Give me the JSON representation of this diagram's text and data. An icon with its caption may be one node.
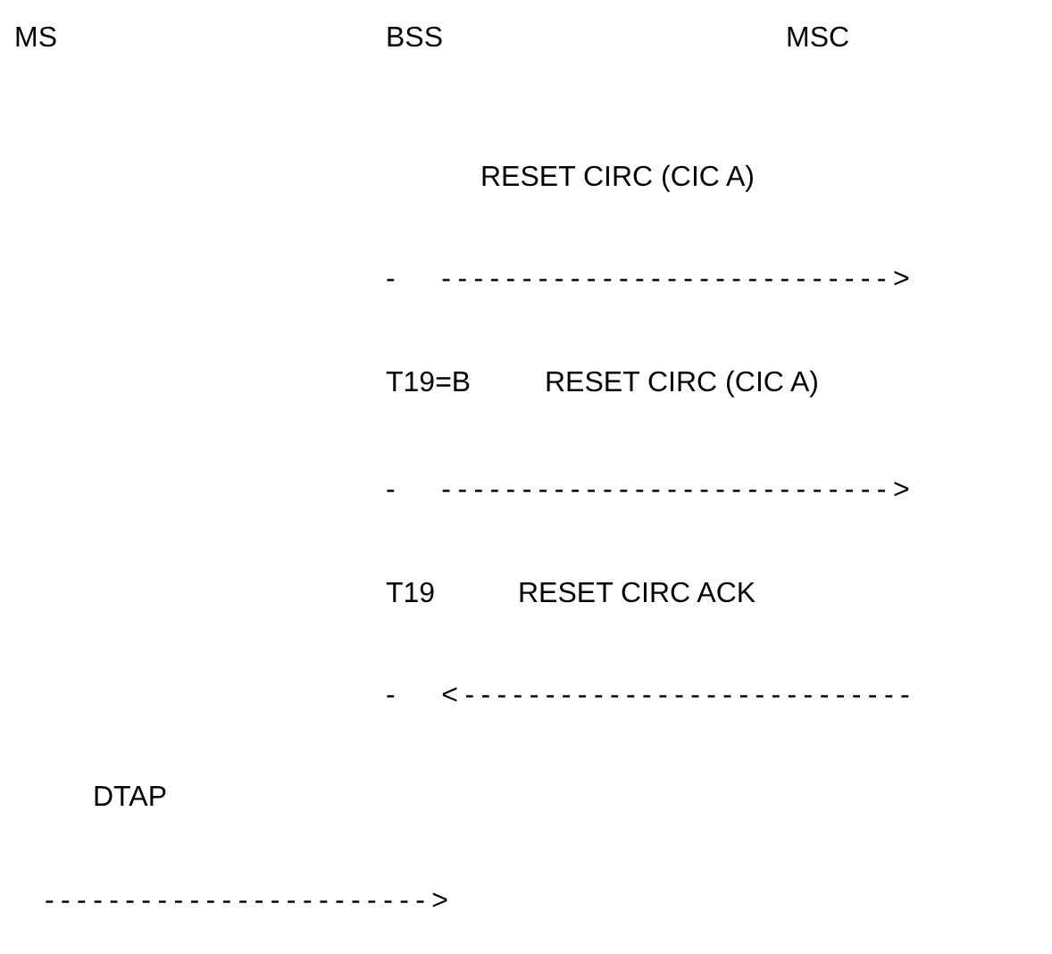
{
  "diagram": {
    "labels": [
      "MS",
      "BSS",
      "MSC",
      "RESET CIRC (CIC A)",
      "- ---------------------------->",
      "T19=B",
      "RESET CIRC (CIC A)",
      "- ---------------------------->",
      "T19",
      "RESET CIRC ACK",
      "- <----------------------------",
      "DTAP",
      "------------------------>"
    ]
  }
}
